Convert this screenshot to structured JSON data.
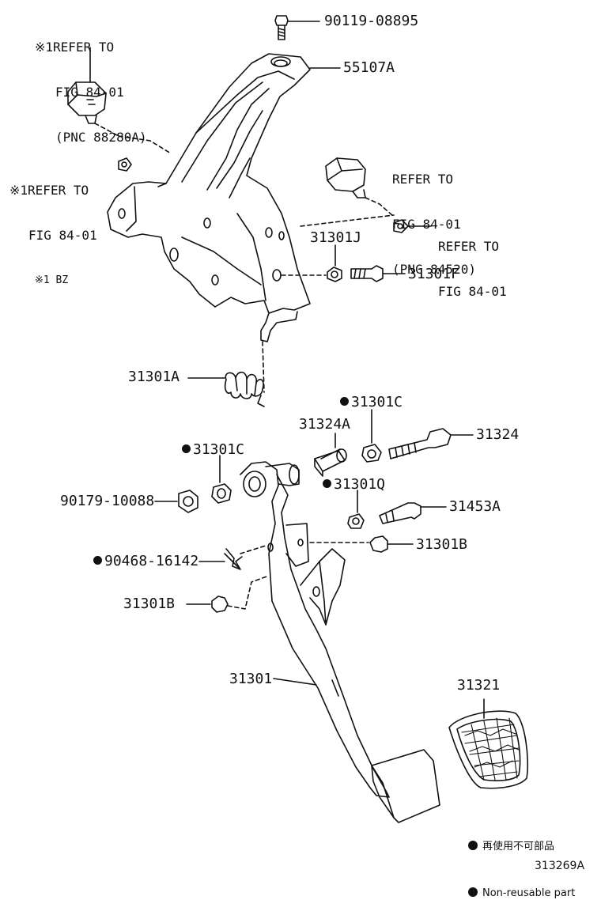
{
  "part_numbers": {
    "p90119": "90119-08895",
    "p55107A": "55107A",
    "p31301J": "31301J",
    "p31301F": "31301F",
    "p31301A": "31301A",
    "p31301C_top": "31301C",
    "p31324A": "31324A",
    "p31324": "31324",
    "p31301C_left": "31301C",
    "p90179": "90179-10088",
    "p31301Q": "31301Q",
    "p31453A": "31453A",
    "p31301B_right": "31301B",
    "p90468": "90468-16142",
    "p31301B_left": "31301B",
    "p31301": "31301",
    "p31321": "31321"
  },
  "refs": {
    "ref1": [
      "※1REFER TO",
      "FIG 84-01",
      "(PNC 88280A)"
    ],
    "ref2": [
      "※1REFER TO",
      "FIG 84-01"
    ],
    "ref3": [
      "REFER TO",
      "FIG 84-01",
      "(PNC 84520)"
    ],
    "ref4": [
      "REFER TO",
      "FIG 84-01"
    ]
  },
  "note": "※1 BZ",
  "legend": {
    "non_reusable_jp": "再使用不可部品",
    "non_reusable_en": "Non-reusable part"
  },
  "figure_id": "313269A"
}
